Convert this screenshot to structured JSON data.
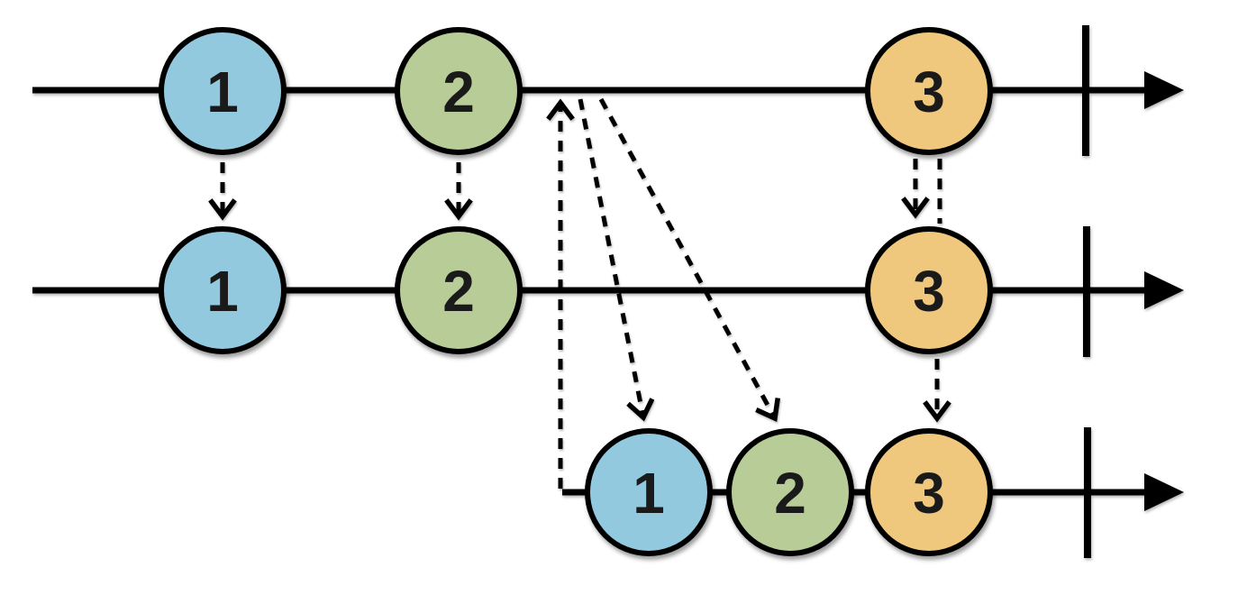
{
  "diagram": {
    "description": "Three horizontal event-time streams with numbered events and dashed message arrows between streams",
    "colors": {
      "event1": "#92c9de",
      "event2": "#b7cc96",
      "event3": "#efc77d",
      "line": "#000000"
    },
    "streams": [
      {
        "name": "stream-a",
        "events": [
          {
            "id": "a1",
            "label": "1",
            "color_key": "event1"
          },
          {
            "id": "a2",
            "label": "2",
            "color_key": "event2"
          },
          {
            "id": "a3",
            "label": "3",
            "color_key": "event3"
          }
        ]
      },
      {
        "name": "stream-b",
        "events": [
          {
            "id": "b1",
            "label": "1",
            "color_key": "event1"
          },
          {
            "id": "b2",
            "label": "2",
            "color_key": "event2"
          },
          {
            "id": "b3",
            "label": "3",
            "color_key": "event3"
          }
        ]
      },
      {
        "name": "stream-c",
        "events": [
          {
            "id": "c1",
            "label": "1",
            "color_key": "event1"
          },
          {
            "id": "c2",
            "label": "2",
            "color_key": "event2"
          },
          {
            "id": "c3",
            "label": "3",
            "color_key": "event3"
          }
        ]
      }
    ],
    "connections": [
      {
        "from": "a1",
        "to": "b1",
        "style": "dashed-arrow-down"
      },
      {
        "from": "a2",
        "to": "b2",
        "style": "dashed-arrow-down"
      },
      {
        "from": "a3",
        "to": "b3",
        "style": "dashed-arrow-down"
      },
      {
        "from": "a3",
        "to": "b3",
        "style": "dashed-line-no-head"
      },
      {
        "from": "b3",
        "to": "c3",
        "style": "dashed-arrow-down"
      },
      {
        "from": "stream-c-start",
        "to": "stream-a-line",
        "style": "dashed-arrow-up"
      },
      {
        "from": "stream-a-line",
        "to": "c1",
        "style": "dashed-arrow-down-slanted"
      },
      {
        "from": "stream-a-line",
        "to": "c2",
        "style": "dashed-arrow-down-slanted"
      }
    ]
  }
}
